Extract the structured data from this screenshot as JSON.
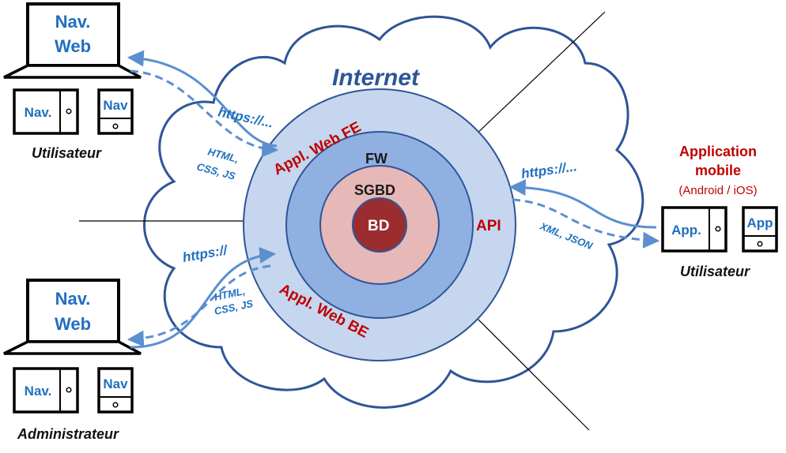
{
  "cloud": {
    "title": "Internet"
  },
  "rings": {
    "outer_top": "Appl. Web FE",
    "outer_bottom": "Appl. Web BE",
    "outer_right": "API",
    "fw": "FW",
    "sgbd": "SGBD",
    "core": "BD"
  },
  "user_left": {
    "laptop_line1": "Nav.",
    "laptop_line2": "Web",
    "tablet": "Nav.",
    "phone": "Nav",
    "label": "Utilisateur",
    "proto_in": "https://...",
    "proto_out_1": "HTML,",
    "proto_out_2": "CSS, JS"
  },
  "admin": {
    "laptop_line1": "Nav.",
    "laptop_line2": "Web",
    "tablet": "Nav.",
    "phone": "Nav",
    "label": "Administrateur",
    "proto_in": "https://",
    "proto_out_1": "HTML,",
    "proto_out_2": "CSS, JS"
  },
  "mobile_user": {
    "title_line1": "Application",
    "title_line2": "mobile",
    "subtitle": "(Android / iOS)",
    "tablet": "App.",
    "phone": "App",
    "label": "Utilisateur",
    "proto_in": "https://...",
    "proto_out": "XML, JSON"
  },
  "colors": {
    "cloud_fill": "#ffffff",
    "cloud_stroke": "#2f5597",
    "ring_outer": "#c5d6ee",
    "ring_fw": "#8fb0e0",
    "ring_sgbd": "#e6b8b7",
    "core": "#9b2d30",
    "arrow": "#5b8fd0",
    "blue_text": "#1f6fbf",
    "red_text": "#c00000"
  }
}
